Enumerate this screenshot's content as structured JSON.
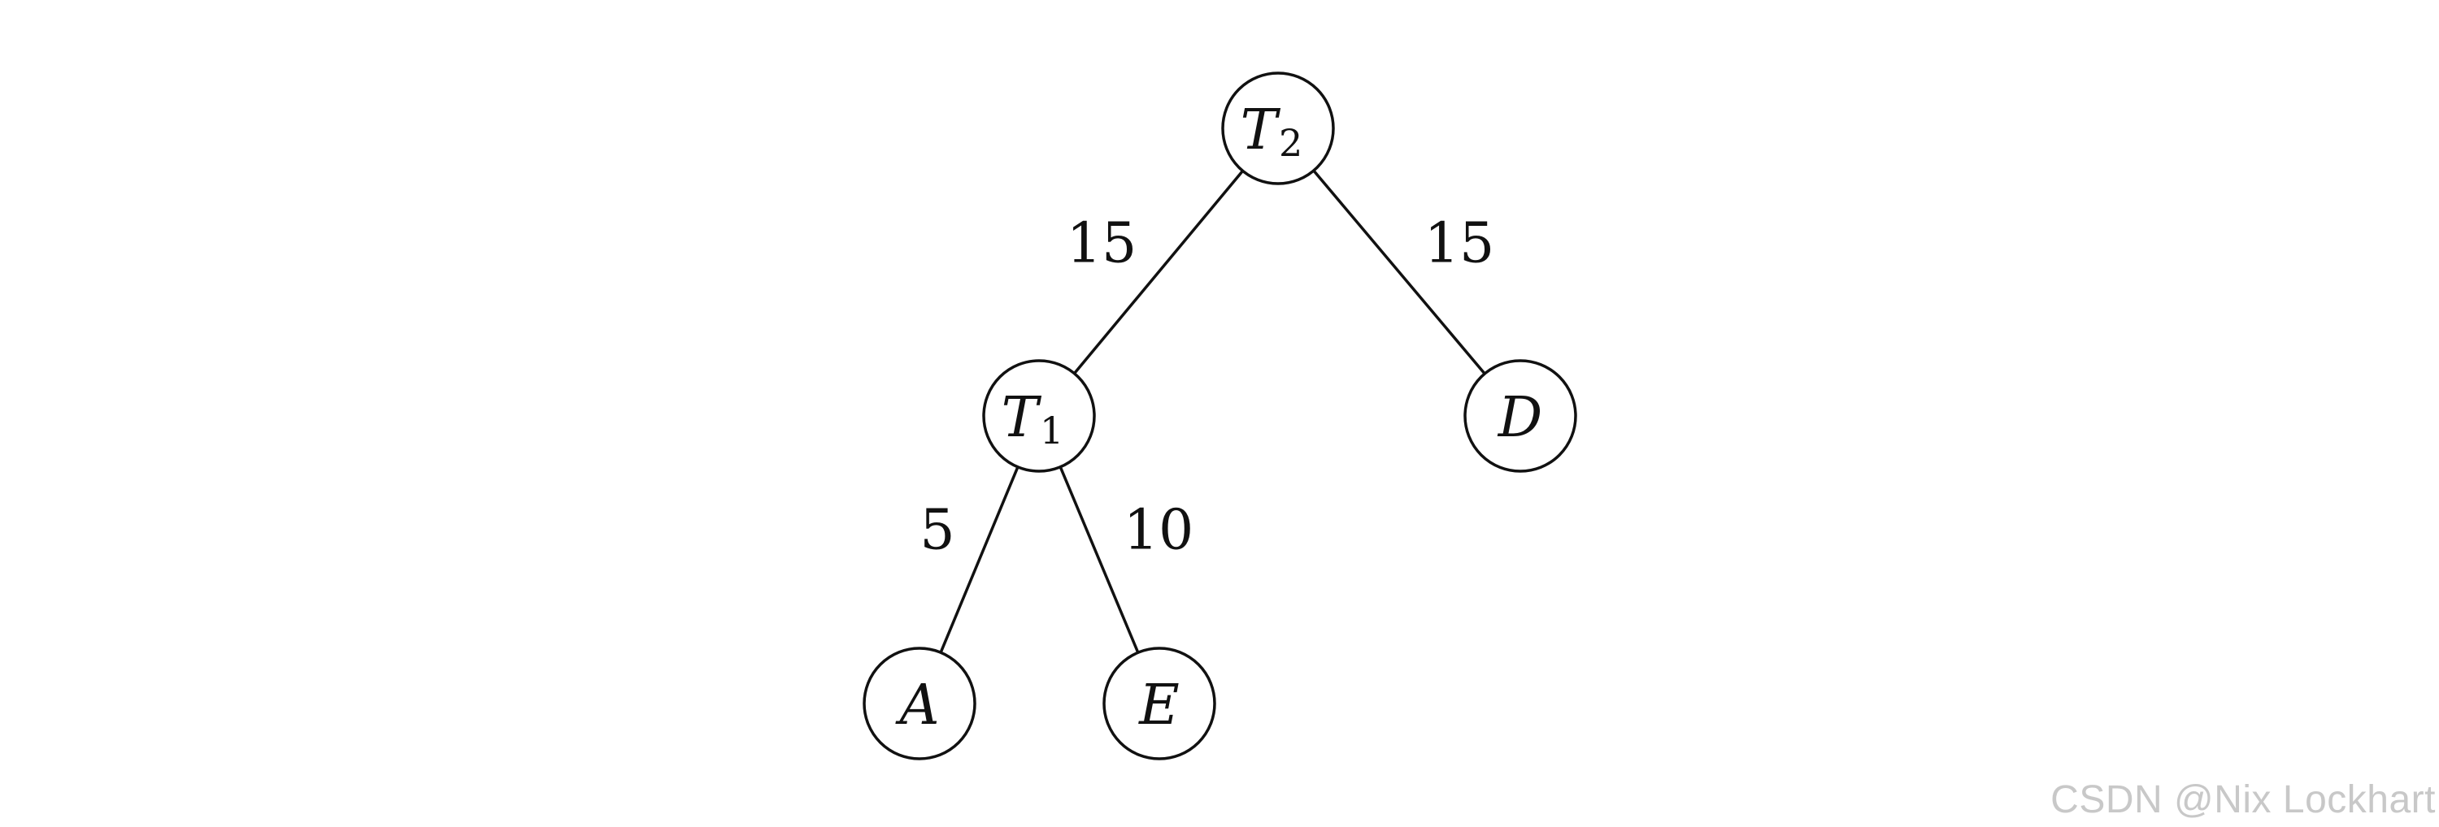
{
  "tree": {
    "nodes": [
      {
        "id": "T2",
        "label": "T",
        "sub": "2"
      },
      {
        "id": "T1",
        "label": "T",
        "sub": "1"
      },
      {
        "id": "D",
        "label": "D",
        "sub": ""
      },
      {
        "id": "A",
        "label": "A",
        "sub": ""
      },
      {
        "id": "E",
        "label": "E",
        "sub": ""
      }
    ],
    "edges": [
      {
        "from": "T2",
        "to": "T1",
        "weight": "15"
      },
      {
        "from": "T2",
        "to": "D",
        "weight": "15"
      },
      {
        "from": "T1",
        "to": "A",
        "weight": "5"
      },
      {
        "from": "T1",
        "to": "E",
        "weight": "10"
      }
    ]
  },
  "watermark": "CSDN @Nix Lockhart"
}
